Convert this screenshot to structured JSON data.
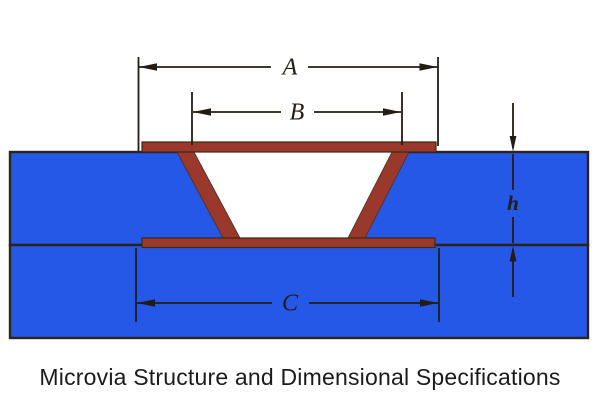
{
  "caption": "Microvia Structure and Dimensional Specifications",
  "dimensions": {
    "a_label": "A",
    "b_label": "B",
    "c_label": "C",
    "h_label": "h"
  },
  "colors": {
    "substrate_blue": "#2658e8",
    "copper_red": "#9a392b",
    "cavity_white": "#ffffff",
    "outline_dark": "#2b2418",
    "dimension_dark": "#221c14",
    "caption_text": "#1b1b1b"
  }
}
